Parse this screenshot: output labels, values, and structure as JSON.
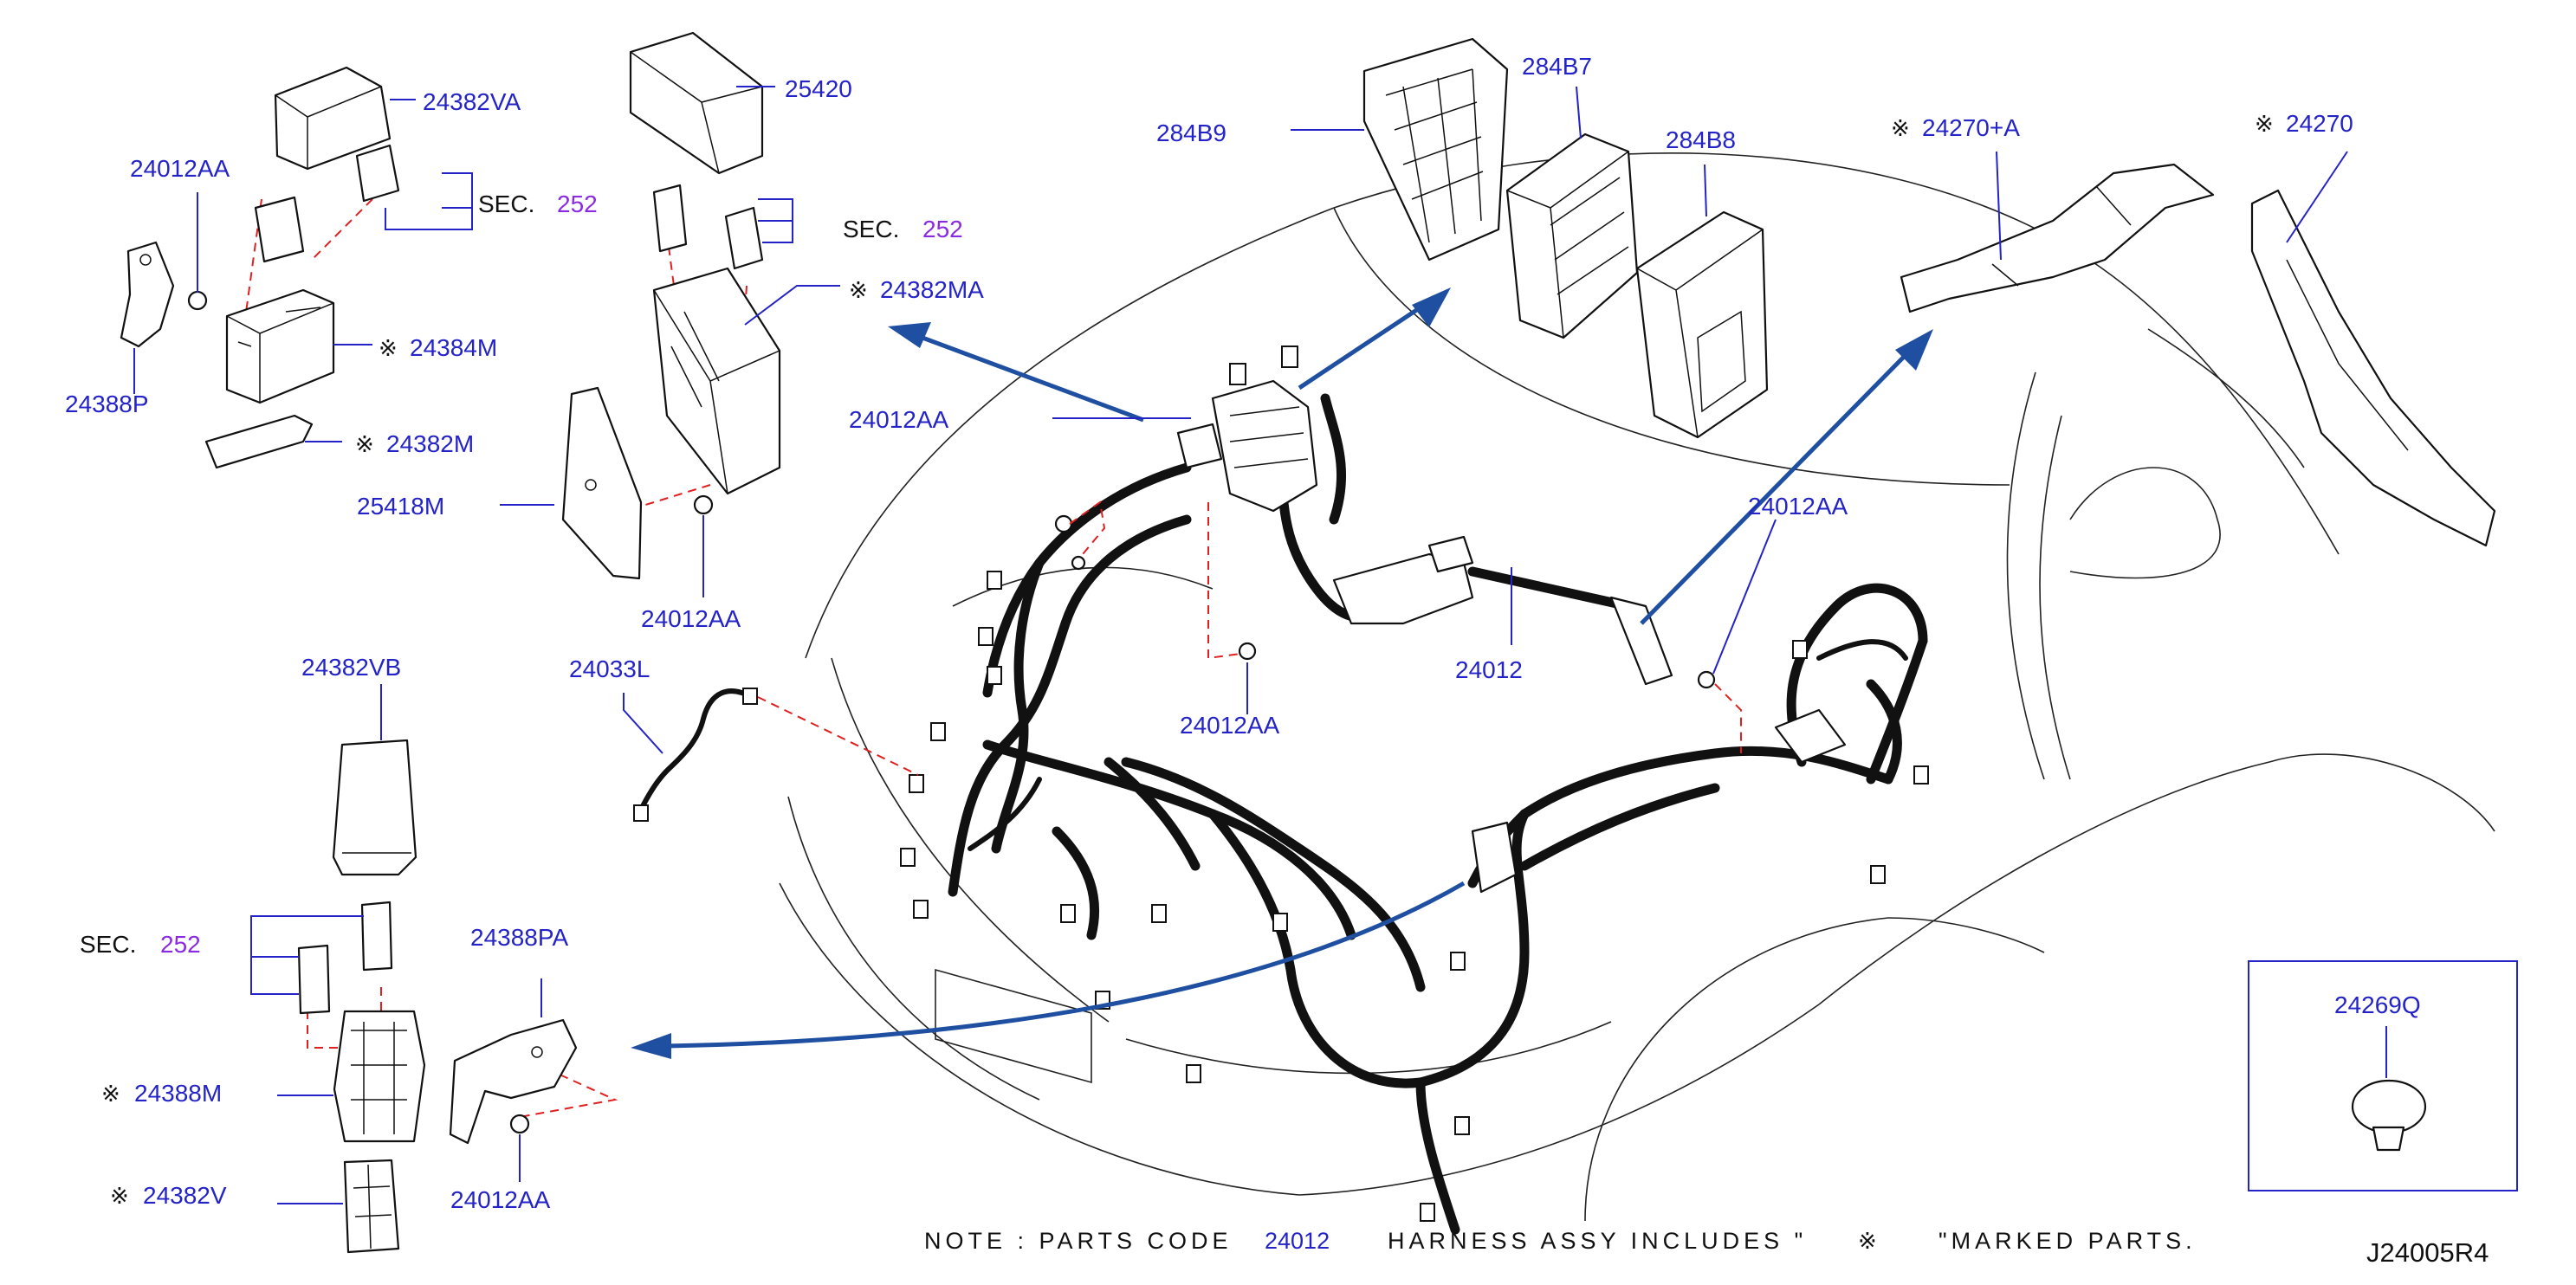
{
  "labels": {
    "p24382VA": "24382VA",
    "p25420": "25420",
    "p24012AA_tl": "24012AA",
    "p24388P": "24388P",
    "p24384M": "24384M",
    "p24382M": "24382M",
    "p24382MA": "24382MA",
    "p25418M": "25418M",
    "p24012AA_mid": "24012AA",
    "p24012AA_center": "24012AA",
    "p24012AA_lower": "24012AA",
    "p24012AA_right": "24012AA",
    "p24012": "24012",
    "p284B9": "284B9",
    "p284B7": "284B7",
    "p284B8": "284B8",
    "p24270A": "24270+A",
    "p24270": "24270",
    "p24382VB": "24382VB",
    "p24033L": "24033L",
    "p24388PA": "24388PA",
    "p24388M": "24388M",
    "p24382V": "24382V",
    "p24012AA_bottom": "24012AA",
    "p24269Q": "24269Q"
  },
  "sections": {
    "sec_label": "SEC.",
    "sec_number": "252"
  },
  "mark_symbol": "※",
  "note": {
    "prefix": "NOTE : PARTS CODE",
    "code": "24012",
    "middle": "HARNESS ASSY INCLUDES \"",
    "suffix": "\"MARKED PARTS."
  },
  "diagram_code": "J24005R4",
  "colors": {
    "part_number": "#2323c8",
    "section_number": "#8a2be2",
    "arrow": "#1f4fa0",
    "dashed_guide": "#e02020"
  }
}
